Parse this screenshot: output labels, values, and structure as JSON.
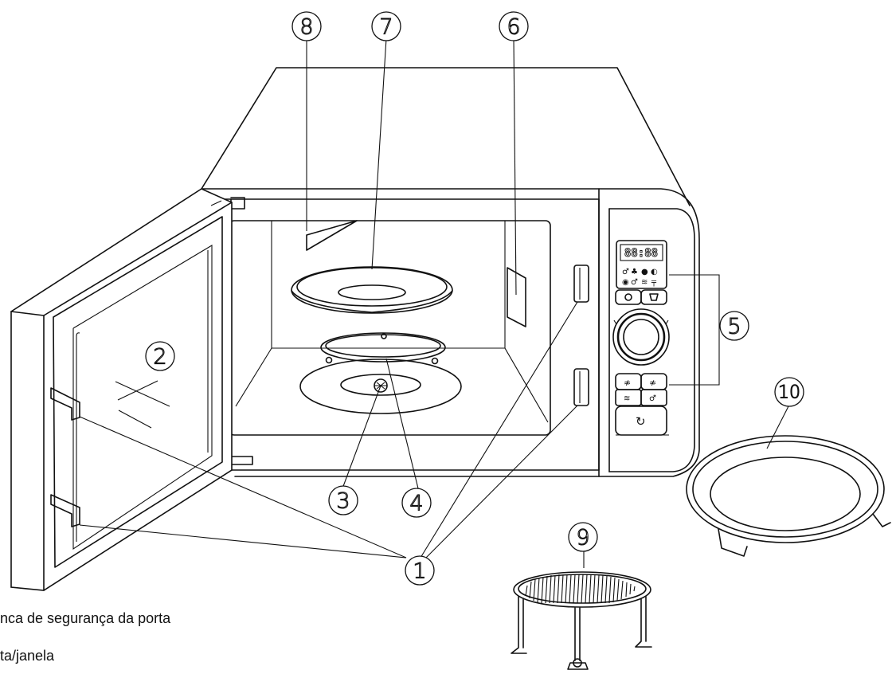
{
  "callouts": [
    {
      "id": "1",
      "label": "1"
    },
    {
      "id": "2",
      "label": "2"
    },
    {
      "id": "3",
      "label": "3"
    },
    {
      "id": "4",
      "label": "4"
    },
    {
      "id": "5",
      "label": "5"
    },
    {
      "id": "6",
      "label": "6"
    },
    {
      "id": "7",
      "label": "7"
    },
    {
      "id": "8",
      "label": "8"
    },
    {
      "id": "9",
      "label": "9"
    },
    {
      "id": "10",
      "label": "10"
    }
  ],
  "legend": [
    "nca de segurança da porta",
    "ta/janela"
  ],
  "display": {
    "digits": "88:88"
  }
}
